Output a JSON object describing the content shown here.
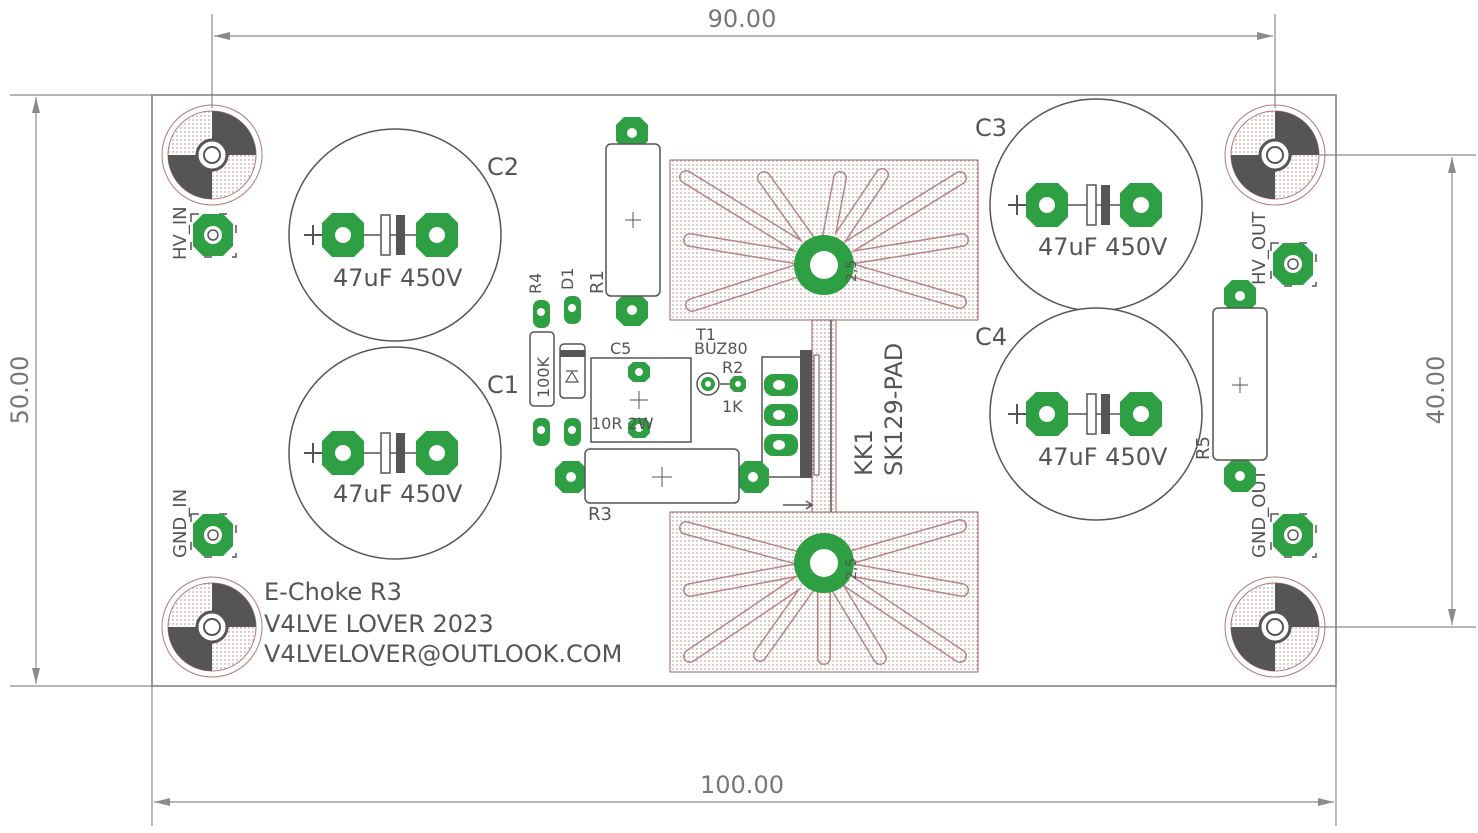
{
  "dimensions": {
    "top": "90.00",
    "bottom": "100.00",
    "left": "50.00",
    "right": "40.00"
  },
  "connectors": {
    "hv_in": "HV_IN",
    "gnd_in": "GND_IN",
    "hv_out": "HV_OUT",
    "gnd_out": "GND_OUT"
  },
  "capacitors": {
    "c1": {
      "name": "C1",
      "value": "47uF 450V"
    },
    "c2": {
      "name": "C2",
      "value": "47uF 450V"
    },
    "c3": {
      "name": "C3",
      "value": "47uF 450V"
    },
    "c4": {
      "name": "C4",
      "value": "47uF 450V"
    },
    "c5": {
      "name": "C5",
      "value": "10R 2W"
    }
  },
  "resistors": {
    "r1": "R1",
    "r2": {
      "name": "R2",
      "value": "1K"
    },
    "r3": "R3",
    "r4": {
      "name": "R4",
      "value": "100K"
    },
    "r5": "R5"
  },
  "diode": "D1",
  "transistor": {
    "name": "T1",
    "value": "BUZ80"
  },
  "heatsink": {
    "name": "KK1",
    "value": "SK129-PAD",
    "hole_label": "2,5"
  },
  "silkscreen": {
    "line1": "E-Choke R3",
    "line2": "V4LVE LOVER 2023",
    "line3": "V4LVELOVER@OUTLOOK.COM"
  },
  "colors": {
    "pad": "#2ea043",
    "silk": "#555555",
    "dimension": "#8a8a8a",
    "board_outline": "#7a7a7a"
  }
}
